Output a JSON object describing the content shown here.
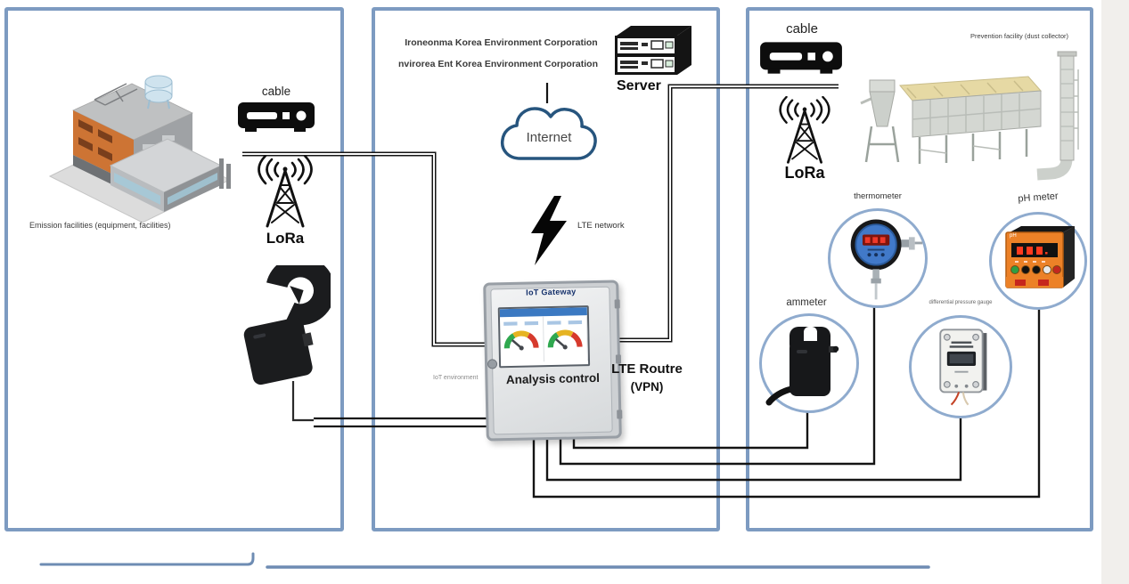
{
  "diagram": {
    "left_panel": {
      "facility_caption": "Emission facilities (equipment, facilities)",
      "cable_label": "cable",
      "lora_label": "LoRa"
    },
    "middle_panel": {
      "org_line1": "Ironeonma Korea Environment Corporation",
      "org_line2": "nvirorea Ent Korea Environment Corporation",
      "server_label": "Server",
      "internet_label": "Internet",
      "lte_network_label": "LTE network",
      "gateway_title": "IoT Gateway",
      "gateway_caption": "Analysis control",
      "iot_environment_label": "IoT environment",
      "router_line1": "LTE Routre",
      "router_line2": "(VPN)"
    },
    "right_panel": {
      "cable_label": "cable",
      "lora_label": "LoRa",
      "facility_caption": "Prevention facility (dust collector)",
      "thermometer_label": "thermometer",
      "ph_meter_label": "pH meter",
      "ph_device_text": "pH",
      "ammeter_label": "ammeter",
      "dpg_label": "differential pressure gauge"
    },
    "colors": {
      "panel_border": "#7d9bc1",
      "brace": "#6e8cb3",
      "wire": "#141414",
      "instrument_ring": "#8fabce",
      "cloud_outline": "#27557e",
      "accent_orange": "#ec8127"
    }
  }
}
